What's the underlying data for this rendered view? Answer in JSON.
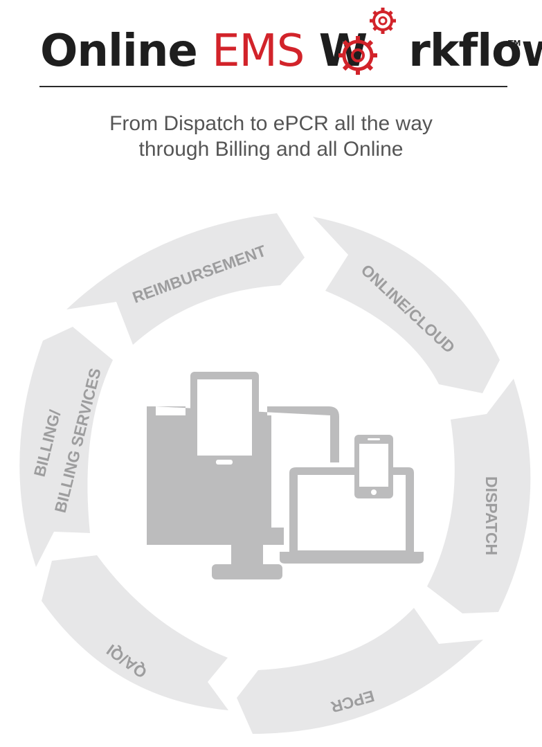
{
  "logo": {
    "part1": "Online",
    "part2": "EMS",
    "part3a": "W",
    "part3b": "rkflow",
    "tm": "TM",
    "colors": {
      "red": "#d2232a",
      "dark": "#1e1e1e"
    }
  },
  "tagline": {
    "line1": "From Dispatch to ePCR all the way",
    "line2": "through Billing and all Online"
  },
  "cycle": {
    "steps": [
      {
        "label": "REIMBURSEMENT"
      },
      {
        "label": "ONLINE/CLOUD"
      },
      {
        "label": "DISPATCH"
      },
      {
        "label": "EPCR"
      },
      {
        "label": "QA/QI"
      },
      {
        "label1": "BILLING/",
        "label2": "BILLING SERVICES"
      }
    ],
    "arrow_color": "#e7e7e8",
    "label_color": "#9d9d9e",
    "device_color": "#bcbcbd"
  }
}
